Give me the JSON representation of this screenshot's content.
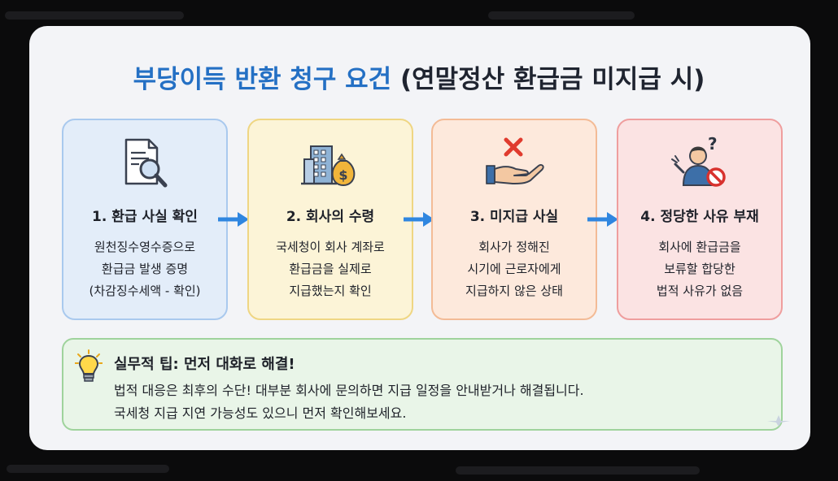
{
  "title": {
    "main": "부당이득 반환 청구 요건",
    "sub": "(연말정산 환급금 미지급 시)"
  },
  "steps": [
    {
      "title": "1. 환급 사실 확인",
      "lines": [
        "원천징수영수증으로",
        "환급금 발생 증명",
        "(차감징수세액 - 확인)"
      ],
      "icon": "document-magnifier-icon"
    },
    {
      "title": "2. 회사의 수령",
      "lines": [
        "국세청이 회사 계좌로",
        "환급금을 실제로",
        "지급했는지 확인"
      ],
      "icon": "building-moneybag-icon"
    },
    {
      "title": "3. 미지급 사실",
      "lines": [
        "회사가 정해진",
        "시기에 근로자에게",
        "지급하지 않은 상태"
      ],
      "icon": "empty-hand-x-icon"
    },
    {
      "title": "4. 정당한 사유 부재",
      "lines": [
        "회사에 환급금을",
        "보류할 합당한",
        "법적 사유가 없음"
      ],
      "icon": "person-question-prohibited-icon"
    }
  ],
  "tip": {
    "title": "실무적 팁: 먼저 대화로 해결!",
    "lines": [
      "법적 대응은 최후의 수단! 대부분 회사에 문의하면 지급 일정을 안내받거나 해결됩니다.",
      "국세청 지급 지연 가능성도 있으니 먼저 확인해보세요."
    ],
    "icon": "lightbulb-icon"
  },
  "colors": {
    "title_blue": "#2470c4",
    "arrow_blue": "#2f86e0",
    "step1": "#e3edf9",
    "step2": "#fcf4d7",
    "step3": "#fde9dc",
    "step4": "#fbe3e3",
    "tip": "#e9f5e8"
  }
}
